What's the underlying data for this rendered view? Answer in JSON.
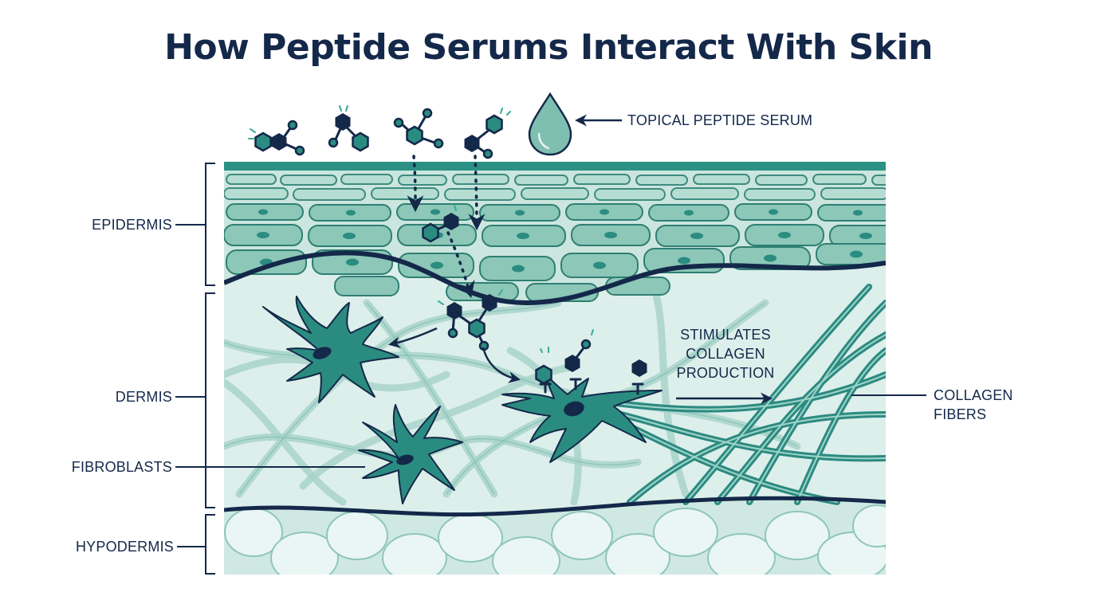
{
  "title": "How Peptide Serums Interact With Skin",
  "labels": {
    "serum": "TOPICAL PEPTIDE SERUM",
    "epidermis": "EPIDERMIS",
    "dermis": "DERMIS",
    "fibroblasts": "FIBROBLASTS",
    "hypodermis": "HYPODERMIS",
    "stimulates": "STIMULATES\nCOLLAGEN\nPRODUCTION",
    "collagen_fibers": "COLLAGEN\nFIBERS"
  },
  "colors": {
    "navy": "#14284a",
    "teal": "#2a8c80",
    "skin_surface": "#2a9184",
    "dermis_bg": "#dcefeb",
    "hypodermis_bg": "#cfe8e2"
  }
}
